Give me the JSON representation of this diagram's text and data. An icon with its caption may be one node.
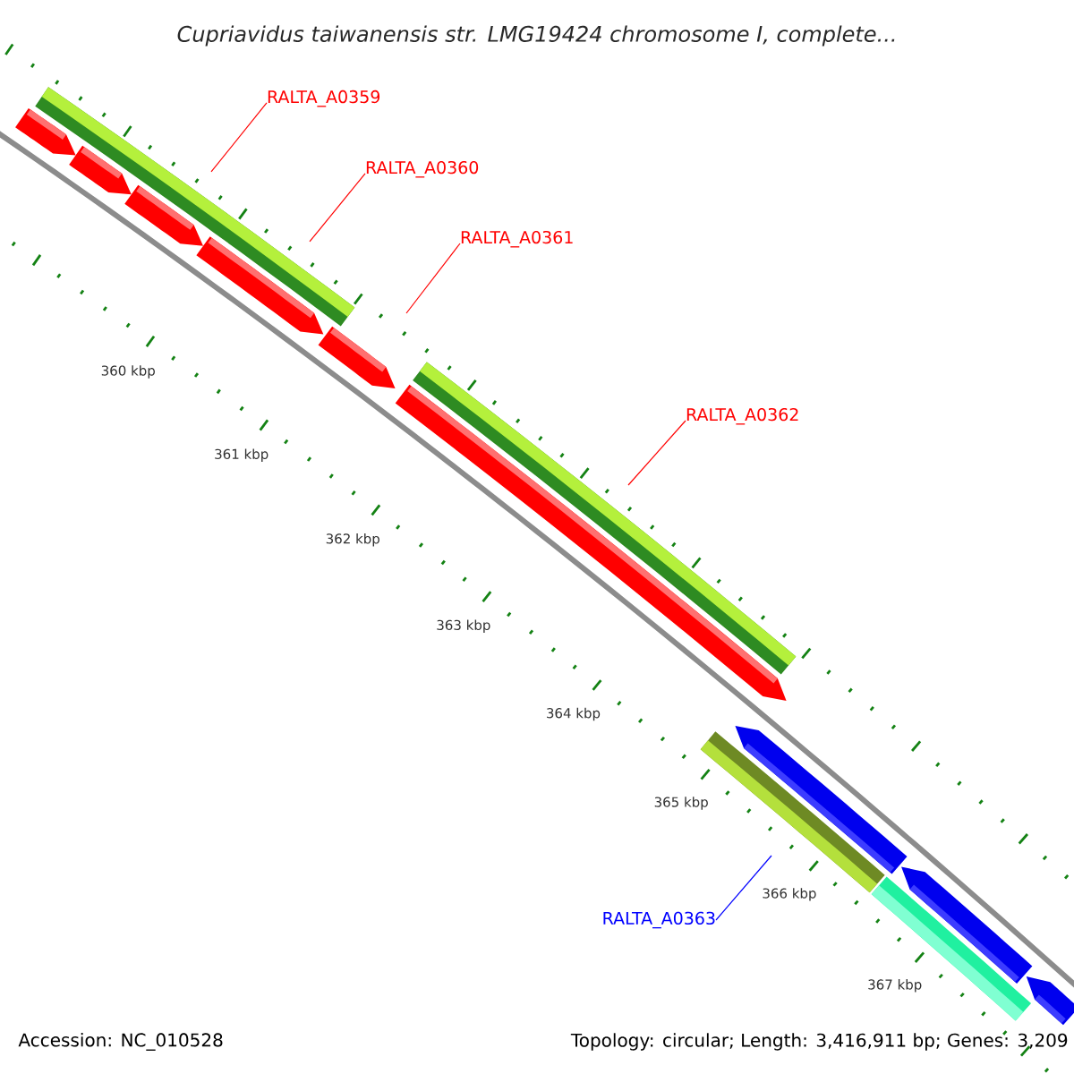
{
  "diagram": {
    "title": "Cupriavidus taiwanensis str. LMG19424 chromosome I, complete...",
    "nodes": [
      {
        "text": [
          "RALTA_A0359"
        ]
      },
      {
        "text": [
          "RALTA_A0360"
        ]
      },
      {
        "text": [
          "RALTA_A0361"
        ]
      },
      {
        "text": [
          "RALTA_A0362"
        ]
      },
      {
        "text": [
          "RALTA_A0363"
        ]
      },
      {
        "text": [],
        "shape": "arrow"
      },
      {
        "text": [],
        "shape": "arrow"
      },
      {
        "text": [],
        "shape": "arrow"
      },
      {
        "text": [],
        "shape": "arrow"
      },
      {
        "text": [],
        "shape": "arrow"
      },
      {
        "text": [],
        "shape": "arrow"
      },
      {
        "text": [],
        "shape": "bar"
      },
      {
        "text": [],
        "shape": "bar"
      },
      {
        "text": [],
        "shape": "arrow"
      },
      {
        "text": [],
        "shape": "arrow"
      },
      {
        "text": [],
        "shape": "arrow"
      },
      {
        "text": [],
        "shape": "bar"
      },
      {
        "text": [],
        "shape": "bar"
      }
    ],
    "edges": [
      {
        "from": 0,
        "to": null,
        "arrow": "none"
      },
      {
        "from": 1,
        "to": null,
        "arrow": "none"
      },
      {
        "from": 2,
        "to": null,
        "arrow": "none"
      },
      {
        "from": 3,
        "to": null,
        "arrow": "none"
      },
      {
        "from": 4,
        "to": null,
        "arrow": "none",
        "color": "#0000ff"
      }
    ],
    "labels": [
      "360 kbp",
      "361 kbp",
      "362 kbp",
      "363 kbp",
      "364 kbp",
      "365 kbp",
      "366 kbp",
      "367 kbp",
      "Accession: NC_010528",
      "Topology: circular; Length: 3,416,911 bp; Genes: 3,209"
    ]
  }
}
